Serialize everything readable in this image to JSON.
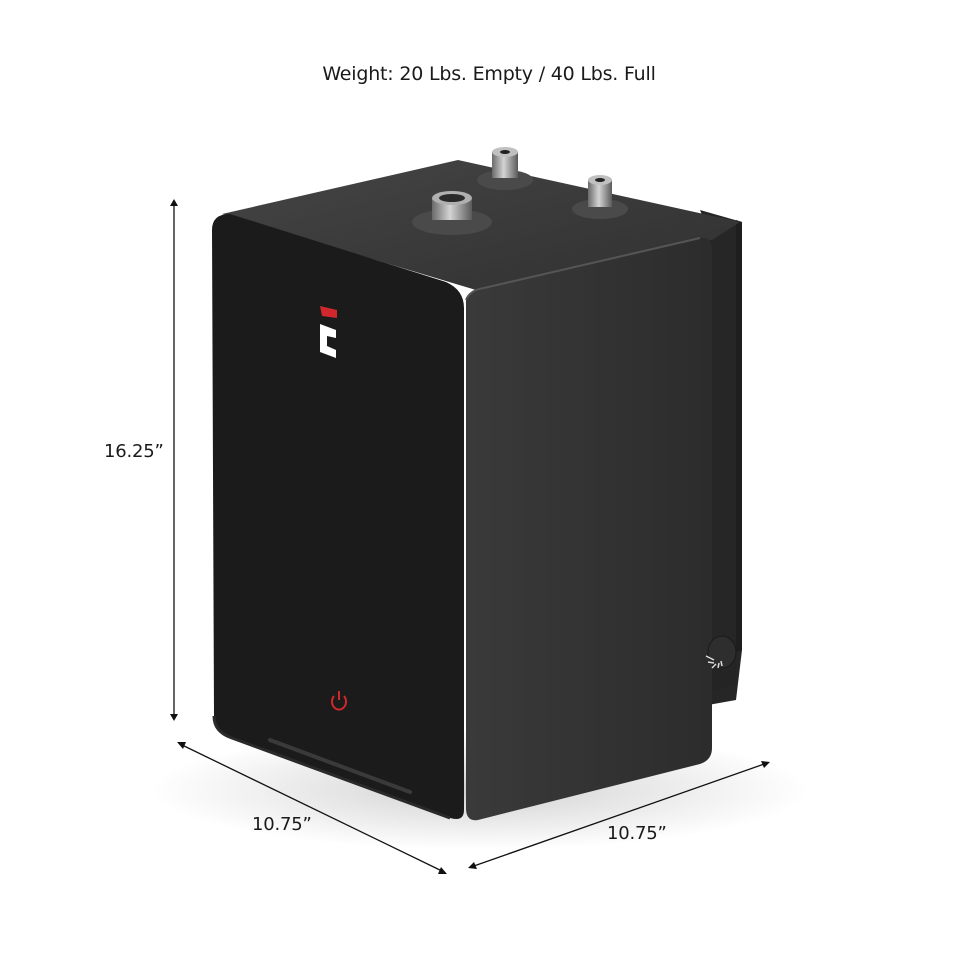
{
  "product": {
    "name": "under-sink-water-heater",
    "body_color": "#1b1b1b",
    "side_color": "#333333",
    "top_color": "#3a3a3a",
    "accent_color": "#d0282c",
    "logo_icon": "brand-logo-icon",
    "power_icon": "power-icon",
    "fittings": [
      "hot-outlet-fitting",
      "cold-inlet-fitting",
      "tank-outlet-fitting"
    ],
    "side_control": "temperature-dial-icon"
  },
  "specs": {
    "weight_label": "Weight: 20 Lbs. Empty / 40 Lbs. Full",
    "height_label": "16.25”",
    "depth_label": "10.75”",
    "width_label": "10.75”"
  },
  "dimension_line_color": "#111111"
}
